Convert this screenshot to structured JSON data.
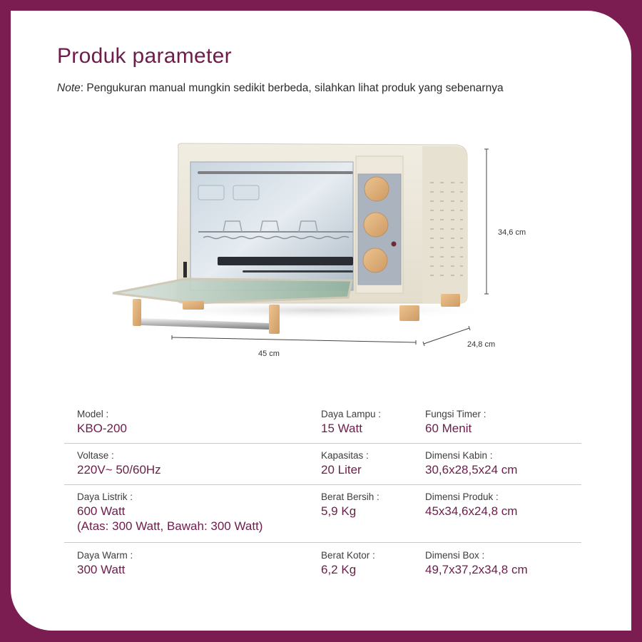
{
  "header": {
    "title": "Produk parameter",
    "note_prefix": "Note",
    "note_text": ": Pengukuran manual mungkin sedikit berbeda, silahkan lihat produk yang sebenarnya"
  },
  "figure": {
    "image": "toaster-oven-product-photo",
    "dimensions": {
      "height": "34,6 cm",
      "width": "45 cm",
      "depth": "24,8 cm"
    }
  },
  "specs": {
    "rows": [
      {
        "cells": [
          {
            "label": "Model :",
            "value": "KBO-200"
          },
          {
            "label": "Daya Lampu :",
            "value": "15 Watt"
          },
          {
            "label": "Fungsi Timer :",
            "value": "60 Menit"
          }
        ]
      },
      {
        "cells": [
          {
            "label": "Voltase :",
            "value": "220V~ 50/60Hz"
          },
          {
            "label": "Kapasitas :",
            "value": "20 Liter"
          },
          {
            "label": "Dimensi Kabin :",
            "value": "30,6x28,5x24 cm"
          }
        ]
      },
      {
        "cells": [
          {
            "label": "Daya Listrik :",
            "value": "600 Watt",
            "value2": "(Atas: 300 Watt, Bawah: 300 Watt)"
          },
          {
            "label": "Berat Bersih :",
            "value": "5,9 Kg"
          },
          {
            "label": "Dimensi Produk :",
            "value": "45x34,6x24,8 cm"
          }
        ]
      },
      {
        "cells": [
          {
            "label": "Daya Warm :",
            "value": "300 Watt"
          },
          {
            "label": "Berat Kotor :",
            "value": "6,2 Kg"
          },
          {
            "label": "Dimensi Box :",
            "value": "49,7x37,2x34,8 cm"
          }
        ]
      }
    ]
  },
  "colors": {
    "frame": "#7b1d51",
    "accent_text": "#6e1c4b",
    "label_text": "#3d3d3d",
    "divider": "#c9c9c9",
    "oven_body": "#ece7da",
    "knob_wood": "#e0b27c",
    "panel": "#aab3be"
  }
}
